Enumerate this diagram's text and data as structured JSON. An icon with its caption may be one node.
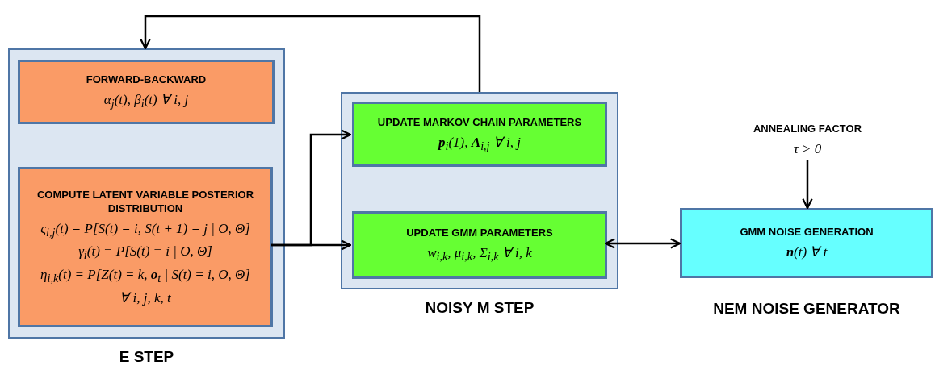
{
  "diagram": {
    "nodes": [
      {
        "text": [
          "E STEP"
        ]
      },
      {
        "text": [
          "FORWARD-BACKWARD",
          "α$_{j}$(t), β$_{i}$(t)   ∀ i, j"
        ],
        "in": 0
      },
      {
        "text": [
          "COMPUTE LATENT VARIABLE POSTERIOR DISTRIBUTION",
          "ς$_{i,j}$(t) = P[S(t) = i, S(t + 1) = j | O, Θ]",
          "γ$_{i}$(t) = P[S(t) = i | O, Θ]",
          "η$_{i,k}$(t) = P[Z(t) = k, **o**$_{t}$ | S(t) = i, O, Θ]",
          "∀ i, j, k, t"
        ],
        "in": 0
      },
      {
        "text": [
          "NOISY M STEP"
        ]
      },
      {
        "text": [
          "UPDATE MARKOV CHAIN PARAMETERS",
          "**p**$_{i}$(1), **A**$_{i,j}$   ∀ i, j"
        ],
        "in": 3
      },
      {
        "text": [
          "UPDATE GMM PARAMETERS",
          "w$_{i,k}$, μ$_{i,k}$, Σ$_{i,k}$   ∀ i, k"
        ],
        "in": 3
      },
      {
        "text": [
          "GMM NOISE GENERATION",
          "**n**(t)   ∀ t"
        ],
        "beside": [
          "NEM NOISE GENERATOR"
        ]
      },
      {
        "text": [
          "ANNEALING FACTOR",
          "τ > 0"
        ]
      }
    ],
    "edges": [
      {
        "from": 3,
        "to": 0,
        "arrow": "to"
      },
      {
        "from": 2,
        "to": 4,
        "arrow": "to"
      },
      {
        "from": 2,
        "to": 5,
        "arrow": "to"
      },
      {
        "from": 5,
        "to": 6,
        "arrow": "both"
      },
      {
        "from": 7,
        "to": 6,
        "arrow": "to"
      }
    ]
  }
}
